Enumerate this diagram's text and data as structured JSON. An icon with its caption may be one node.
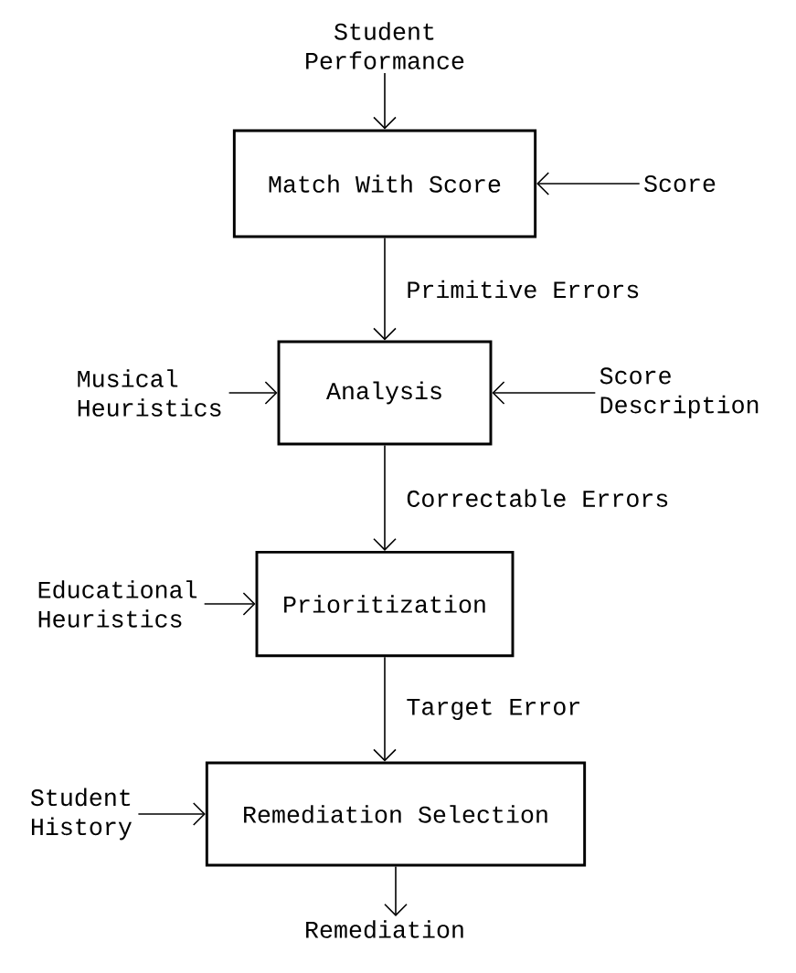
{
  "diagram": {
    "nodes": [
      {
        "text": [
          "Student Performance"
        ]
      },
      {
        "text": [
          "Match With Score"
        ]
      },
      {
        "text": [
          "Score"
        ]
      },
      {
        "text": [
          "Analysis"
        ]
      },
      {
        "text": [
          "Musical Heuristics"
        ]
      },
      {
        "text": [
          "Score Description"
        ]
      },
      {
        "text": [
          "Prioritization"
        ]
      },
      {
        "text": [
          "Educational Heuristics"
        ]
      },
      {
        "text": [
          "Remediation Selection"
        ]
      },
      {
        "text": [
          "Student History"
        ]
      },
      {
        "text": [
          "Remediation"
        ]
      }
    ],
    "edges": [
      {
        "from": 0,
        "to": 1,
        "arrow": "to"
      },
      {
        "from": 2,
        "to": 1,
        "arrow": "to"
      },
      {
        "from": 1,
        "to": 3,
        "arrow": "to",
        "label": "Primitive Errors"
      },
      {
        "from": 4,
        "to": 3,
        "arrow": "to"
      },
      {
        "from": 5,
        "to": 3,
        "arrow": "to"
      },
      {
        "from": 3,
        "to": 6,
        "arrow": "to",
        "label": "Correctable Errors"
      },
      {
        "from": 7,
        "to": 6,
        "arrow": "to"
      },
      {
        "from": 6,
        "to": 8,
        "arrow": "to",
        "label": "Target Error"
      },
      {
        "from": 9,
        "to": 8,
        "arrow": "to"
      },
      {
        "from": 8,
        "to": 10,
        "arrow": "to"
      }
    ]
  }
}
